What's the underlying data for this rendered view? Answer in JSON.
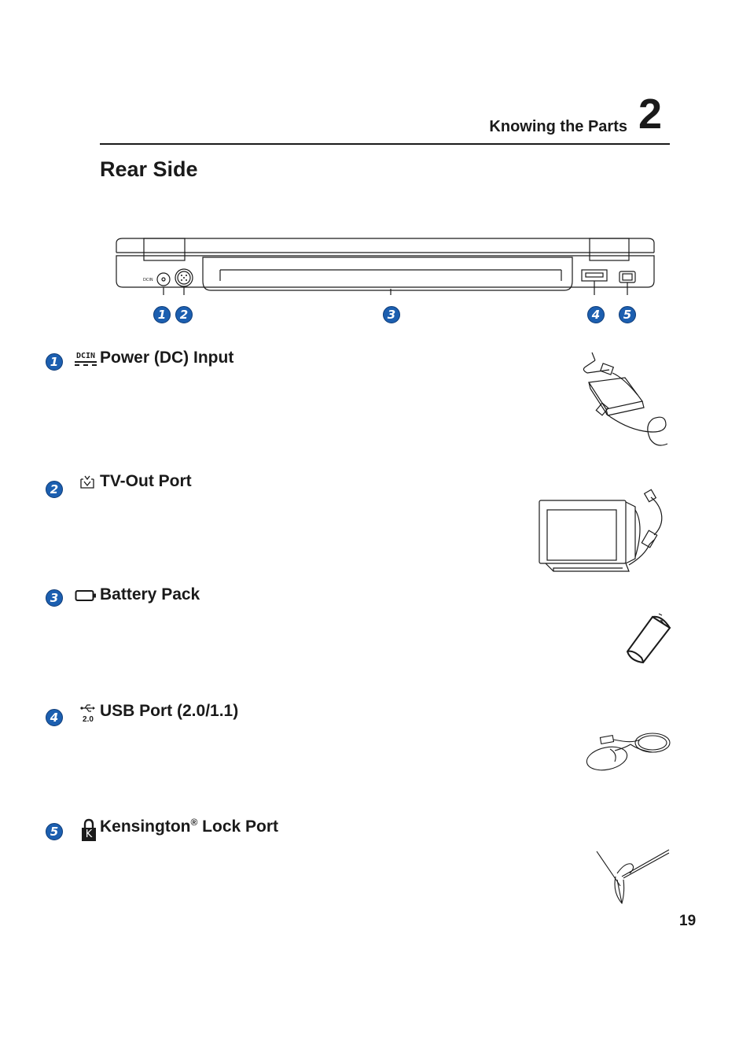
{
  "header": {
    "chapter_title": "Knowing the Parts",
    "chapter_number": "2"
  },
  "page": {
    "title": "Rear Side",
    "number": "19"
  },
  "diagram": {
    "callouts": [
      "1",
      "2",
      "3",
      "4",
      "5"
    ],
    "port_labels": {
      "dc_in": "DCIN"
    }
  },
  "sections": [
    {
      "number": "1",
      "title": "Power (DC) Input",
      "icon": "dcin-icon",
      "icon_text": "DCIN",
      "illustration": "power-adapter-illustration"
    },
    {
      "number": "2",
      "title": "TV-Out Port",
      "icon": "tv-icon",
      "illustration": "tv-monitor-illustration"
    },
    {
      "number": "3",
      "title": "Battery Pack",
      "icon": "battery-icon",
      "illustration": "battery-illustration"
    },
    {
      "number": "4",
      "title": "USB Port (2.0/1.1)",
      "icon": "usb-icon",
      "icon_text": "2.0",
      "illustration": "usb-mouse-illustration"
    },
    {
      "number": "5",
      "title": "Kensington",
      "title_mark": "®",
      "title_suffix": " Lock Port",
      "icon": "kensington-lock-icon",
      "icon_text": "K",
      "illustration": "lock-cable-illustration"
    }
  ],
  "colors": {
    "badge": "#1c5fb0",
    "text": "#1a1a1a",
    "line": "#1a1a1a"
  }
}
